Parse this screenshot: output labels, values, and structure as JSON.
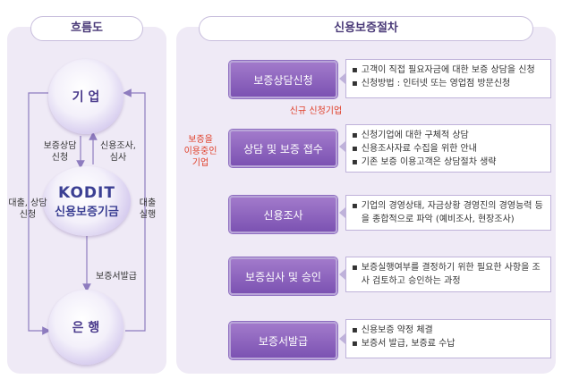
{
  "left_panel": {
    "title": "흐름도",
    "enterprise": "기 업",
    "kodit_logo": "KODIT",
    "kodit_name": "신용보증기금",
    "bank": "은 행",
    "arrow_guarantee_consult": [
      "보증상담",
      "신청"
    ],
    "arrow_credit_review": [
      "신용조사,",
      "심사"
    ],
    "arrow_loan_consult": [
      "대출, 상담",
      "신청"
    ],
    "arrow_loan_exec": [
      "대출",
      "실행"
    ],
    "arrow_issue": "보증서발급"
  },
  "right_panel": {
    "title": "신용보증절차",
    "new_applicant_label": "신규 신청기업",
    "existing_user_label": [
      "보증을",
      "이용중인",
      "기업"
    ],
    "steps": [
      {
        "label": "보증상담신청",
        "desc": [
          "고객이 직접 필요자금에 대한 보증 상담을 신청",
          "신청방법 : 인터넷 또는 영업점 방문신청"
        ]
      },
      {
        "label": "상담 및 보증 접수",
        "desc": [
          "신청기업에 대한 구체적 상담",
          "신용조사자료 수집을 위한 안내",
          "기존 보증 이용고객은 상담절차 생략"
        ]
      },
      {
        "label": "신용조사",
        "desc": [
          "기업의 경영상태, 자금상황 경영진의 경영능력 등을 종합적으로 파악 (예비조사, 현장조사)"
        ]
      },
      {
        "label": "보증심사 및 승인",
        "desc": [
          "보증실행여부를 결정하기 위한 필요한 사항을 조사 검토하고 승인하는 과정"
        ]
      },
      {
        "label": "보증서발급",
        "desc": [
          "신용보증 약정 체결",
          "보증서 발급, 보증료 수납"
        ]
      }
    ]
  },
  "colors": {
    "panel": "#efeaf6",
    "step_top": "#a27acb",
    "step_bottom": "#7c52b2",
    "accent_red": "#e0402a",
    "arrow": "#8e7cbf"
  }
}
